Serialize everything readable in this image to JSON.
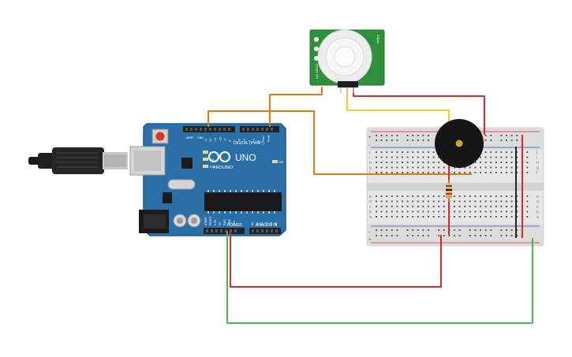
{
  "arduino": {
    "brand": "ARDUINO",
    "model": "UNO",
    "digital_label": "DIGITAL (PWM~)",
    "power_label": "POWER",
    "analog_label": "ANALOG IN",
    "tx_label": "TX",
    "rx_label": "RX",
    "l_label": "L",
    "on_label": "ON",
    "aref_label": "AREF",
    "gnd_label": "GND",
    "digital_pins": [
      "13",
      "12",
      "~11",
      "~10",
      "~9",
      "8",
      "7",
      "~6",
      "~5",
      "4",
      "~3",
      "2",
      "TX▸1",
      "RX◂0"
    ],
    "power_pins": [
      "IOREF",
      "RESET",
      "3.3V",
      "5V",
      "GND",
      "GND",
      "VIN"
    ],
    "analog_pins": [
      "A0",
      "A1",
      "A2",
      "A3",
      "A4",
      "A5"
    ]
  },
  "pir_sensor": {
    "side_left": "HC-SR501",
    "side_right": "Adjust"
  },
  "breadboard": {
    "row_letters_top": [
      "j",
      "i",
      "h",
      "g",
      "f"
    ],
    "row_letters_bottom": [
      "e",
      "d",
      "c",
      "b",
      "a"
    ],
    "rail_plus": "+",
    "rail_minus": "-"
  },
  "colors": {
    "board": "#2a6fa8",
    "wire_orange": "#e07a10",
    "wire_yellow": "#f2cf1f",
    "wire_red": "#d12b2b",
    "wire_green": "#4cb84c",
    "wire_black": "#222222",
    "pir_pcb": "#2f8f3a"
  }
}
